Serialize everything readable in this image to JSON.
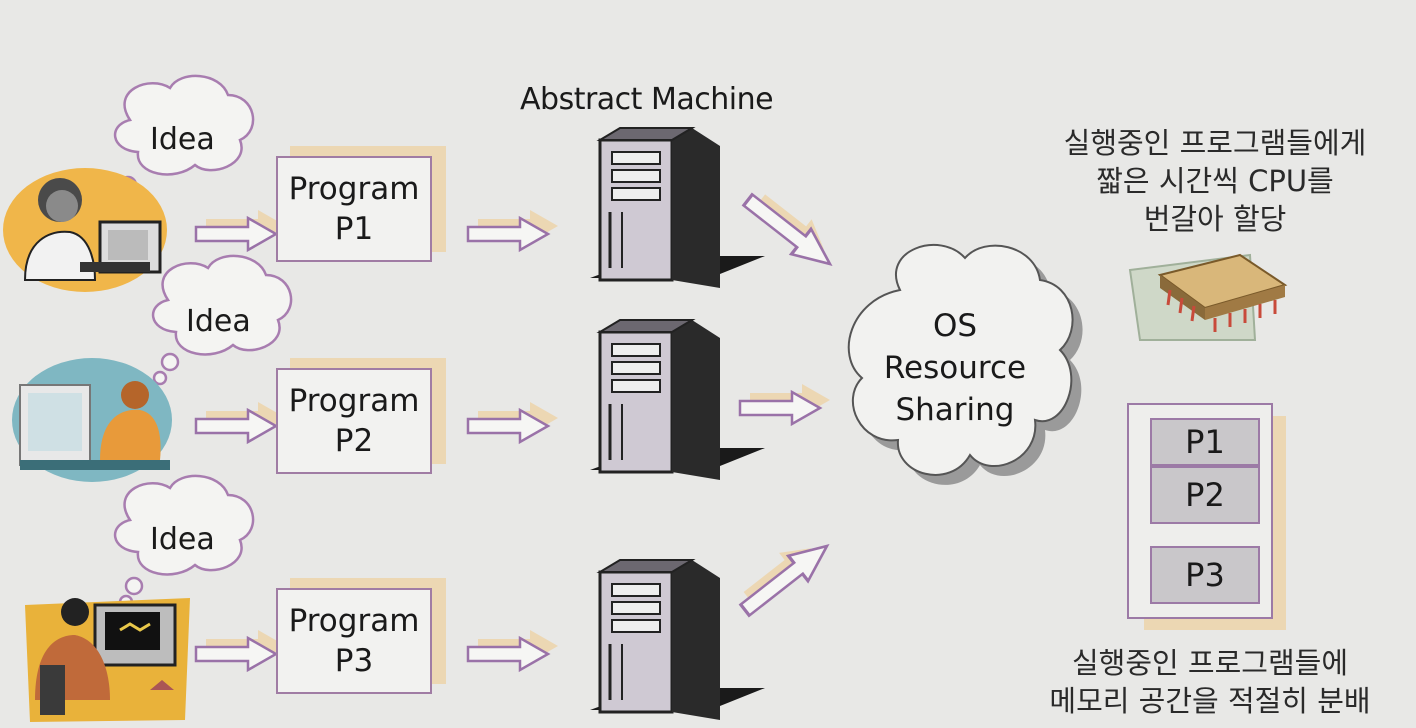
{
  "title": "Abstract Machine",
  "ideas": [
    "Idea",
    "Idea",
    "Idea"
  ],
  "programs": [
    {
      "line1": "Program",
      "line2": "P1"
    },
    {
      "line1": "Program",
      "line2": "P2"
    },
    {
      "line1": "Program",
      "line2": "P3"
    }
  ],
  "os": {
    "line1": "OS",
    "line2": "Resource",
    "line3": "Sharing"
  },
  "cpu_note": [
    "실행중인 프로그램들에게",
    "짧은 시간씩 CPU를",
    "번갈아 할당"
  ],
  "memory_blocks": [
    "P1",
    "P2",
    "P3"
  ],
  "memory_note": [
    "실행중인 프로그램들에",
    "메모리 공간을 적절히 분배"
  ],
  "colors": {
    "background": "#e8e8e6",
    "box_border": "#a07ca4",
    "shadow": "#ecd7b3",
    "arrow_stroke": "#9a72a8"
  }
}
